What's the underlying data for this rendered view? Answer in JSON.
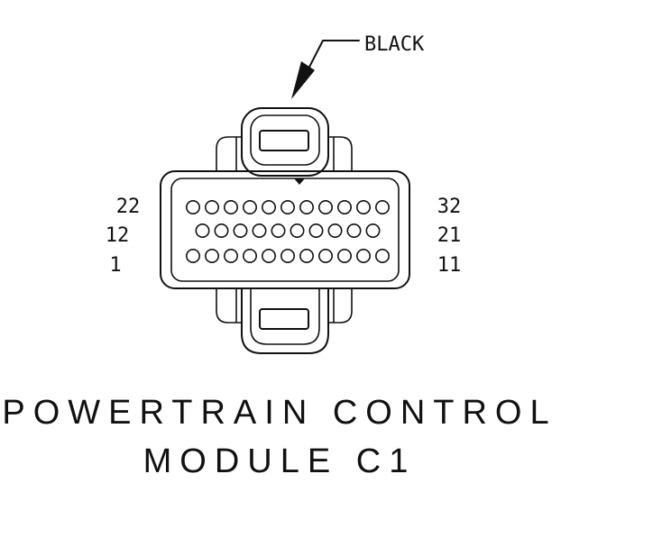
{
  "callout": {
    "label": "BLACK"
  },
  "connector": {
    "row_labels_left": [
      "22",
      "12",
      "1"
    ],
    "row_labels_right": [
      "32",
      "21",
      "11"
    ],
    "rows": [
      {
        "name": "top",
        "first": 22,
        "last": 32,
        "count": 11
      },
      {
        "name": "middle",
        "first": 12,
        "last": 21,
        "count": 10
      },
      {
        "name": "bottom",
        "first": 1,
        "last": 11,
        "count": 11
      }
    ]
  },
  "title": {
    "line1": "POWERTRAIN CONTROL",
    "line2": "MODULE C1"
  },
  "colors": {
    "ink": "#111111",
    "background": "#ffffff"
  }
}
